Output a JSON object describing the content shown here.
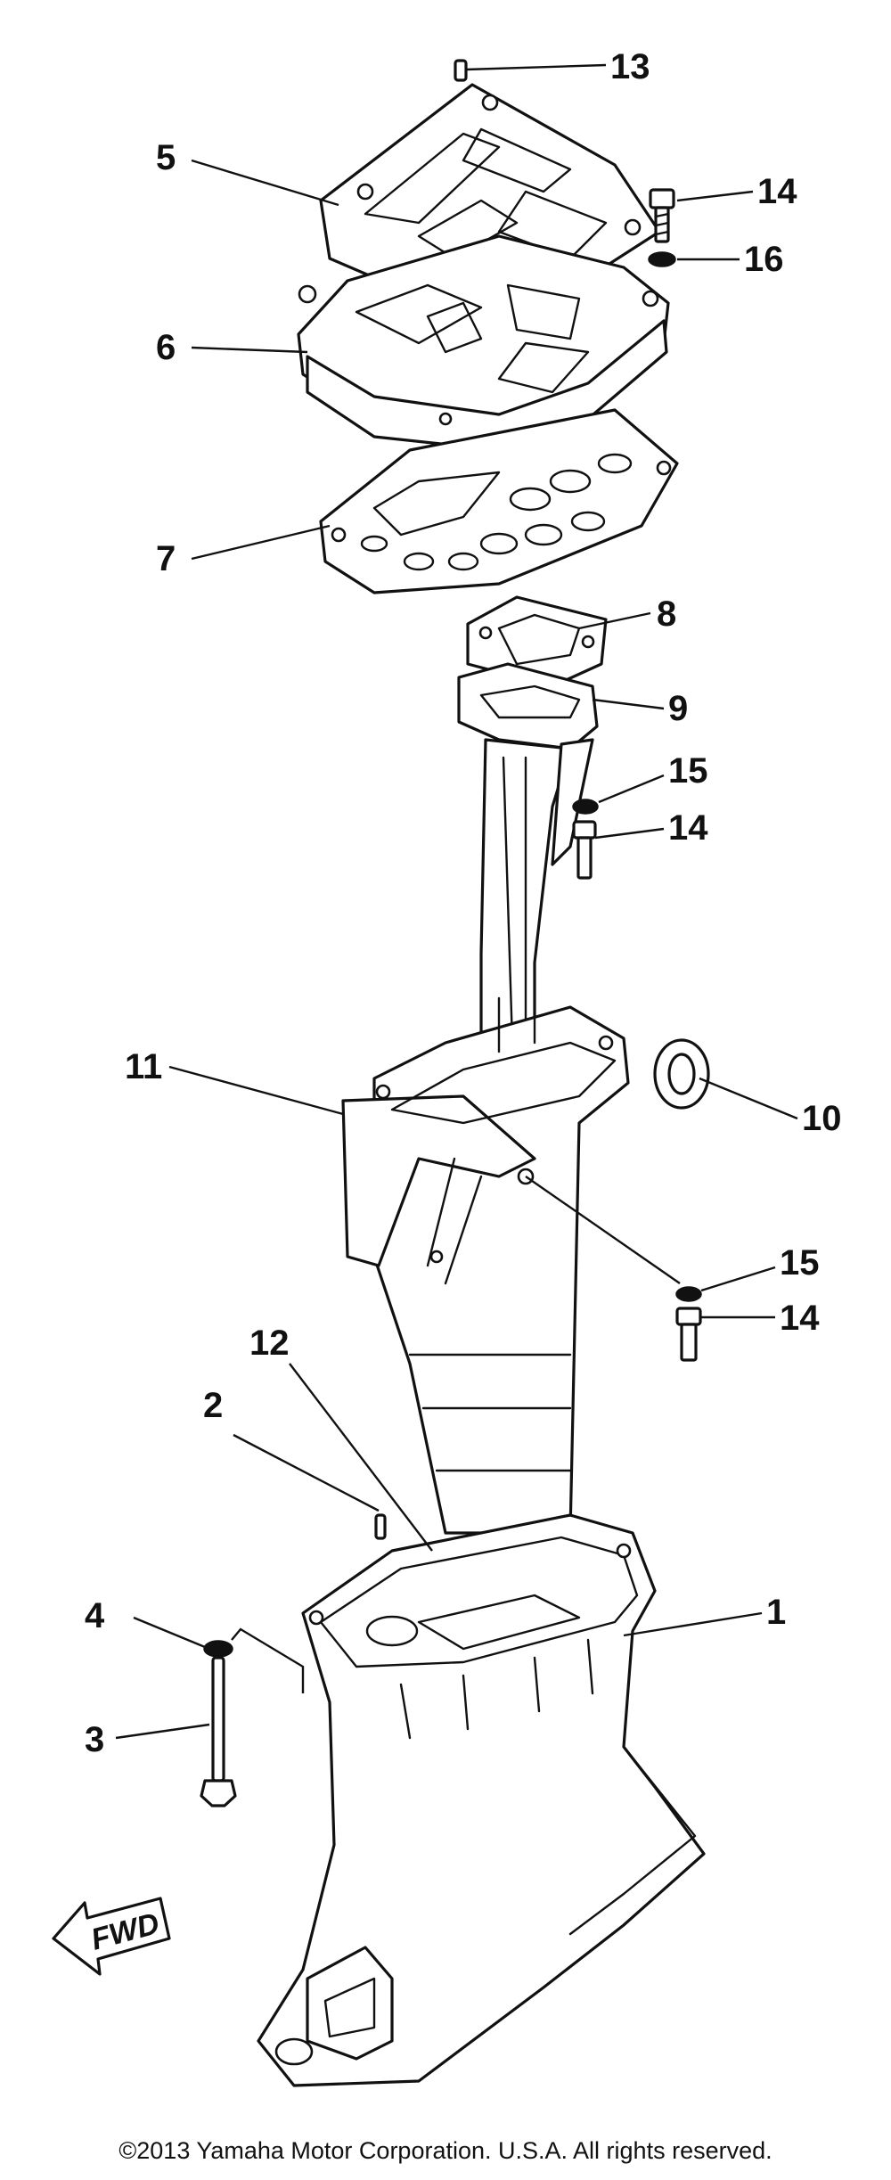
{
  "callouts": [
    {
      "id": "c13a",
      "label": "13"
    },
    {
      "id": "c5",
      "label": "5"
    },
    {
      "id": "c14a",
      "label": "14"
    },
    {
      "id": "c16",
      "label": "16"
    },
    {
      "id": "c6",
      "label": "6"
    },
    {
      "id": "c7",
      "label": "7"
    },
    {
      "id": "c8",
      "label": "8"
    },
    {
      "id": "c9",
      "label": "9"
    },
    {
      "id": "c15a",
      "label": "15"
    },
    {
      "id": "c14b",
      "label": "14"
    },
    {
      "id": "c11",
      "label": "11"
    },
    {
      "id": "c10",
      "label": "10"
    },
    {
      "id": "c15b",
      "label": "15"
    },
    {
      "id": "c14c",
      "label": "14"
    },
    {
      "id": "c12",
      "label": "12"
    },
    {
      "id": "c2",
      "label": "2"
    },
    {
      "id": "c1",
      "label": "1"
    },
    {
      "id": "c4",
      "label": "4"
    },
    {
      "id": "c3",
      "label": "3"
    }
  ],
  "fwd_label": "FWD",
  "copyright": "©2013 Yamaha Motor Corporation. U.S.A. All rights reserved."
}
